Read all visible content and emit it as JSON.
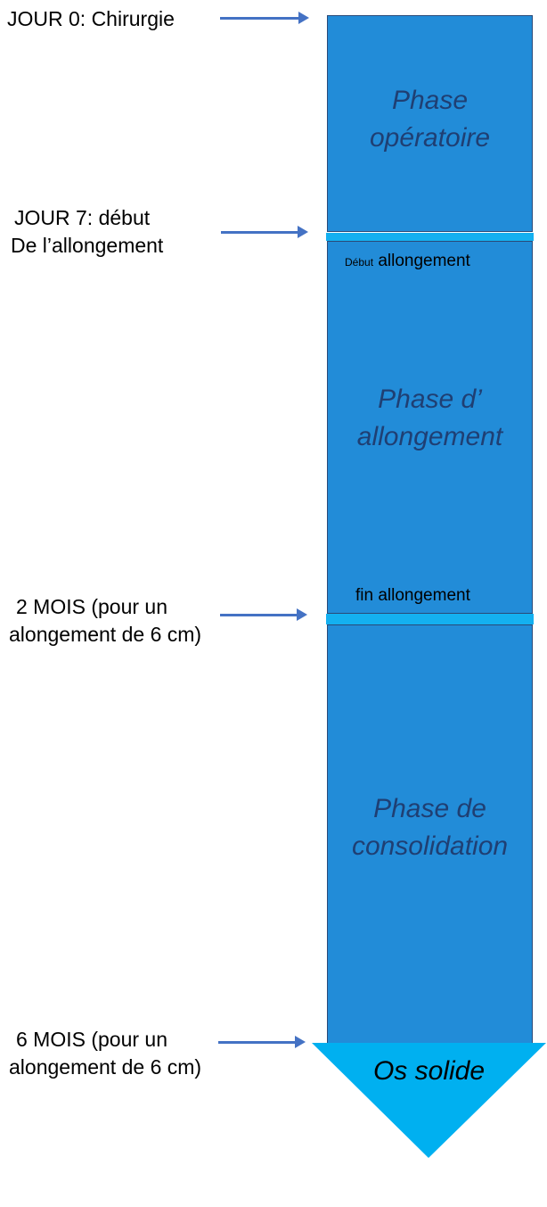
{
  "timeline": {
    "jour0": {
      "label": "JOUR 0: Chirurgie"
    },
    "jour7": {
      "line1": "JOUR 7: début",
      "line2": "De l’allongement"
    },
    "mois2": {
      "line1": "2 MOIS (pour un",
      "line2": "alongement de 6 cm)"
    },
    "mois6": {
      "line1": "6 MOIS (pour un",
      "line2": "alongement de 6 cm)"
    }
  },
  "phases": {
    "operatoire": {
      "line1": "Phase",
      "line2": "opératoire"
    },
    "allongement": {
      "line1": "Phase d’",
      "line2": "allongement",
      "start_small": "Début",
      "start_word": "allongement",
      "end": "fin allongement"
    },
    "consolidation": {
      "line1": "Phase de",
      "line2": "consolidation"
    }
  },
  "result": {
    "label": "Os solide"
  },
  "colors": {
    "phase_fill": "#228cd8",
    "phase_border": "#2a4a78",
    "phase_text": "#1f3f73",
    "separator": "#14b0f0",
    "arrow": "#4472c4",
    "result_fill": "#00b0f0"
  }
}
